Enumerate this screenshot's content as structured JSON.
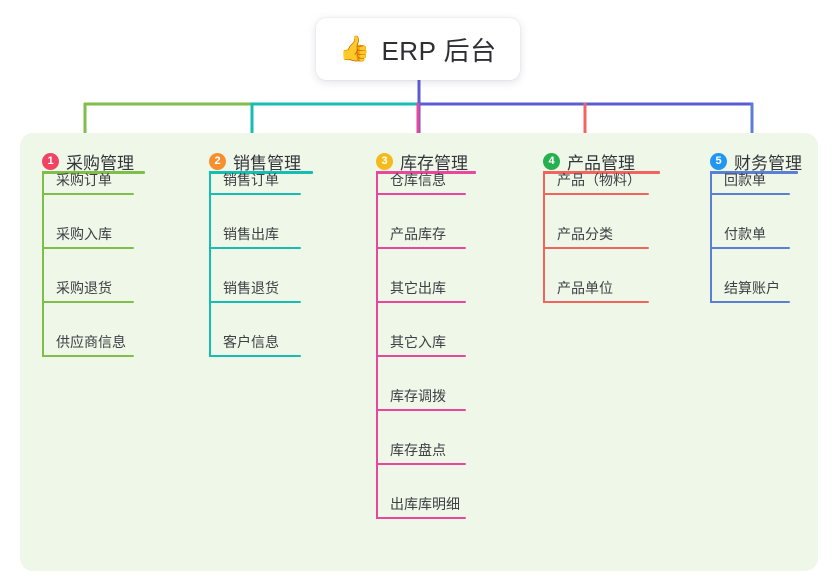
{
  "root": {
    "icon": "thumbs-up-emoji",
    "emoji": "👍",
    "title": "ERP 后台"
  },
  "palette": {
    "panel_bg": "#eef7e8",
    "card_bg": "#ffffff",
    "stem": "#5b5bd6",
    "green": "#7fbe4b",
    "teal": "#17bdb0",
    "pink": "#e8479c",
    "red": "#f2655f",
    "blue": "#5a7fd4",
    "badge1": "#ef4464",
    "badge2": "#f78f2e",
    "badge3": "#f5bb1d",
    "badge4": "#26b050",
    "badge5": "#2196f3"
  },
  "columns": [
    {
      "number": "1",
      "title": "采购管理",
      "badge_color": "#ef4464",
      "line_color": "#7fbe4b",
      "items": [
        "采购订单",
        "采购入库",
        "采购退货",
        "供应商信息"
      ]
    },
    {
      "number": "2",
      "title": "销售管理",
      "badge_color": "#f78f2e",
      "line_color": "#17bdb0",
      "items": [
        "销售订单",
        "销售出库",
        "销售退货",
        "客户信息"
      ]
    },
    {
      "number": "3",
      "title": "库存管理",
      "badge_color": "#f5bb1d",
      "line_color": "#e8479c",
      "items": [
        "仓库信息",
        "产品库存",
        "其它出库",
        "其它入库",
        "库存调拨",
        "库存盘点",
        "出库库明细"
      ]
    },
    {
      "number": "4",
      "title": "产品管理",
      "badge_color": "#26b050",
      "line_color": "#f2655f",
      "items": [
        "产品（物料）",
        "产品分类",
        "产品单位"
      ]
    },
    {
      "number": "5",
      "title": "财务管理",
      "badge_color": "#2196f3",
      "line_color": "#5a7fd4",
      "items": [
        "回款单",
        "付款单",
        "结算账户"
      ]
    }
  ]
}
